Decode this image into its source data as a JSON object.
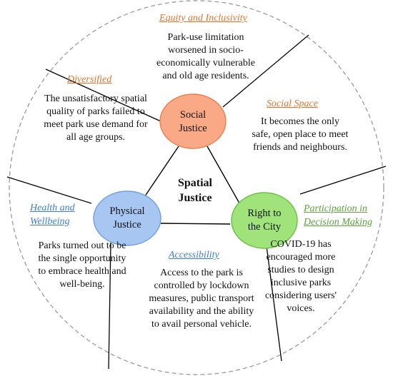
{
  "center": {
    "line1": "Spatial",
    "line2": "Justice"
  },
  "nodes": {
    "social": {
      "line1": "Social",
      "line2": "Justice",
      "fill": "#f9a985",
      "stroke": "#ec7e4f"
    },
    "physical": {
      "line1": "Physical",
      "line2": "Justice",
      "fill": "#a7c6f2",
      "stroke": "#6f9fe2"
    },
    "right": {
      "line1": "Right to",
      "line2": "the City",
      "fill": "#9fe37a",
      "stroke": "#69c145"
    }
  },
  "sections": {
    "equity": {
      "heading": "Equity and Inclusivity",
      "lines": [
        "Park-use limitation",
        "worsened in socio-",
        "economically vulnerable",
        "and old age residents."
      ]
    },
    "diversified": {
      "heading": "Diversified",
      "lines": [
        "The unsatisfactory spatial",
        "quality of parks failed to",
        "meet park use demand for",
        "all age groups."
      ]
    },
    "social_space": {
      "heading": "Social Space",
      "lines": [
        "It becomes the only",
        "safe, open place to meet",
        "friends and neighbours."
      ]
    },
    "health": {
      "heading_line1": "Health and",
      "heading_line2": "Wellbeing",
      "lines": [
        "Parks turned out to be",
        "the single opportunity",
        "to embrace health and",
        "well-being."
      ]
    },
    "accessibility": {
      "heading": "Accessibility",
      "lines": [
        "Access to the park is",
        "controlled by lockdown",
        "measures, public transport",
        "availability and the ability",
        "to avail personal vehicle."
      ]
    },
    "participation": {
      "heading_line1": "Participation in",
      "heading_line2": "Decision Making",
      "lines": [
        "COVID-19 has",
        "encouraged more",
        "studies to design",
        "inclusive parks",
        "considering users'",
        "voices."
      ]
    }
  },
  "colors": {
    "orange_heading": "#e0742c",
    "blue_heading": "#3f7fc9",
    "green_heading": "#5aa13a",
    "outer_ring": "#9a9a9a",
    "lines": "#000000"
  }
}
